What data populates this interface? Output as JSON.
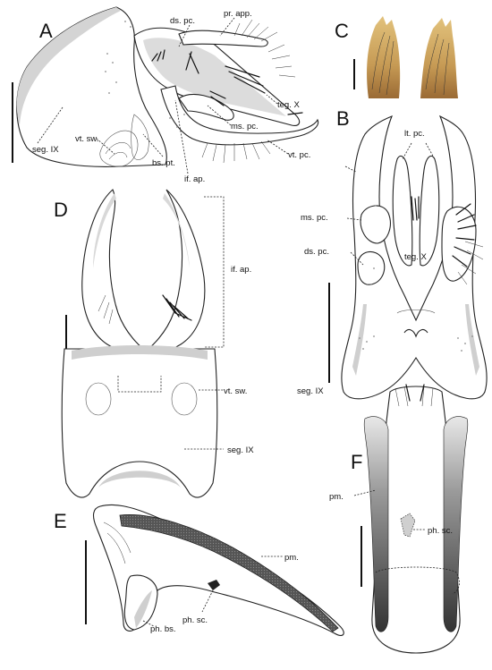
{
  "panels": {
    "A": "A",
    "B": "B",
    "C": "C",
    "D": "D",
    "E": "E",
    "F": "F"
  },
  "labels": {
    "a_ds_pc": "ds. pc.",
    "a_pr_app": "pr. app.",
    "a_teg_x": "teg. X",
    "a_ms_pc": "ms. pc.",
    "a_seg_ix": "seg. IX",
    "a_vt_sw": "vt. sw.",
    "a_bs_pt": "bs. pt.",
    "a_if_ap": "if. ap.",
    "a_vt_pc": "vt. pc.",
    "b_lt_pc": "lt. pc.",
    "b_ms_pc": "ms. pc.",
    "b_ds_pc": "ds. pc.",
    "b_teg_x": "teg. X",
    "b_seg_ix": "seg. IX",
    "d_if_ap": "if. ap.",
    "d_vt_sw": "vt. sw.",
    "d_seg_ix": "seg. IX",
    "e_pm": "pm.",
    "e_ph_sc": "ph. sc.",
    "e_ph_bs": "ph. bs.",
    "f_pm": "pm.",
    "f_ph_sc": "ph. sc."
  },
  "colors": {
    "line": "#222222",
    "gray_fill": "#cfcfcf",
    "dark_fill": "#4a4a4a",
    "photo_light": "#c9a464",
    "photo_dark": "#8a5a2a",
    "background": "#ffffff"
  }
}
